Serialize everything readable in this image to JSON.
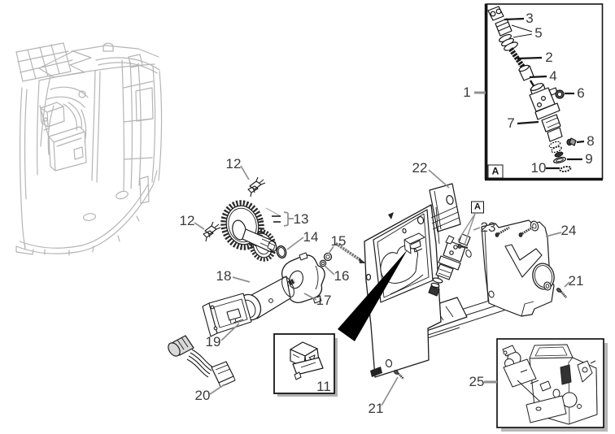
{
  "diagram": {
    "kind": "exploded-parts-drawing",
    "callouts": {
      "c1": "1",
      "c2": "2",
      "c3": "3",
      "c4": "4",
      "c5": "5",
      "c6": "6",
      "c7": "7",
      "c8": "8",
      "c9": "9",
      "c10": "10",
      "c11": "11",
      "c12a": "12",
      "c12b": "12",
      "c13": "13",
      "c14": "14",
      "c15": "15",
      "c16": "16",
      "c17": "17",
      "c18": "18",
      "c19": "19",
      "c20": "20",
      "c21a": "21",
      "c21b": "21",
      "c22": "22",
      "c23": "23",
      "c24": "24",
      "c25": "25"
    },
    "detail_markers": {
      "inset": "A",
      "main": "A"
    },
    "colors": {
      "background": "#ffffff",
      "part_line": "#1c1c1c",
      "ghost_line": "#b5b5b5",
      "leader_line": "#8f8f8f",
      "label_text": "#3a3a3a",
      "arrow_fill": "#000000"
    }
  }
}
